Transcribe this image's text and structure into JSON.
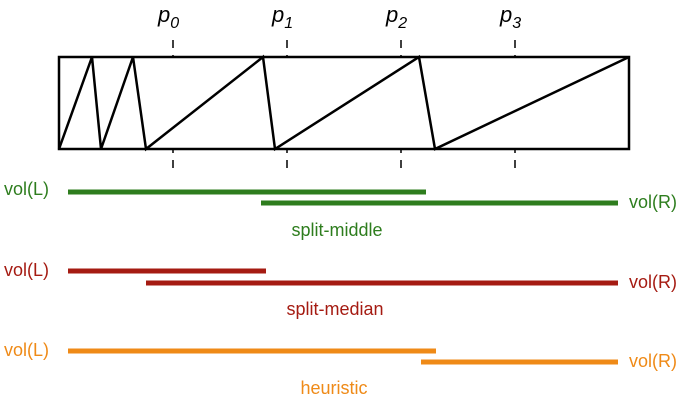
{
  "partition_labels": [
    {
      "base": "p",
      "sub": "0"
    },
    {
      "base": "p",
      "sub": "1"
    },
    {
      "base": "p",
      "sub": "2"
    },
    {
      "base": "p",
      "sub": "3"
    }
  ],
  "strategies": [
    {
      "id": "split-middle",
      "caption": "split-middle",
      "left_label": "vol(L)",
      "right_label": "vol(R)",
      "color": "#2e7d1e"
    },
    {
      "id": "split-median",
      "caption": "split-median",
      "left_label": "vol(L)",
      "right_label": "vol(R)",
      "color": "#a51b12"
    },
    {
      "id": "heuristic",
      "caption": "heuristic",
      "left_label": "vol(L)",
      "right_label": "vol(R)",
      "color": "#ef8a17"
    }
  ]
}
